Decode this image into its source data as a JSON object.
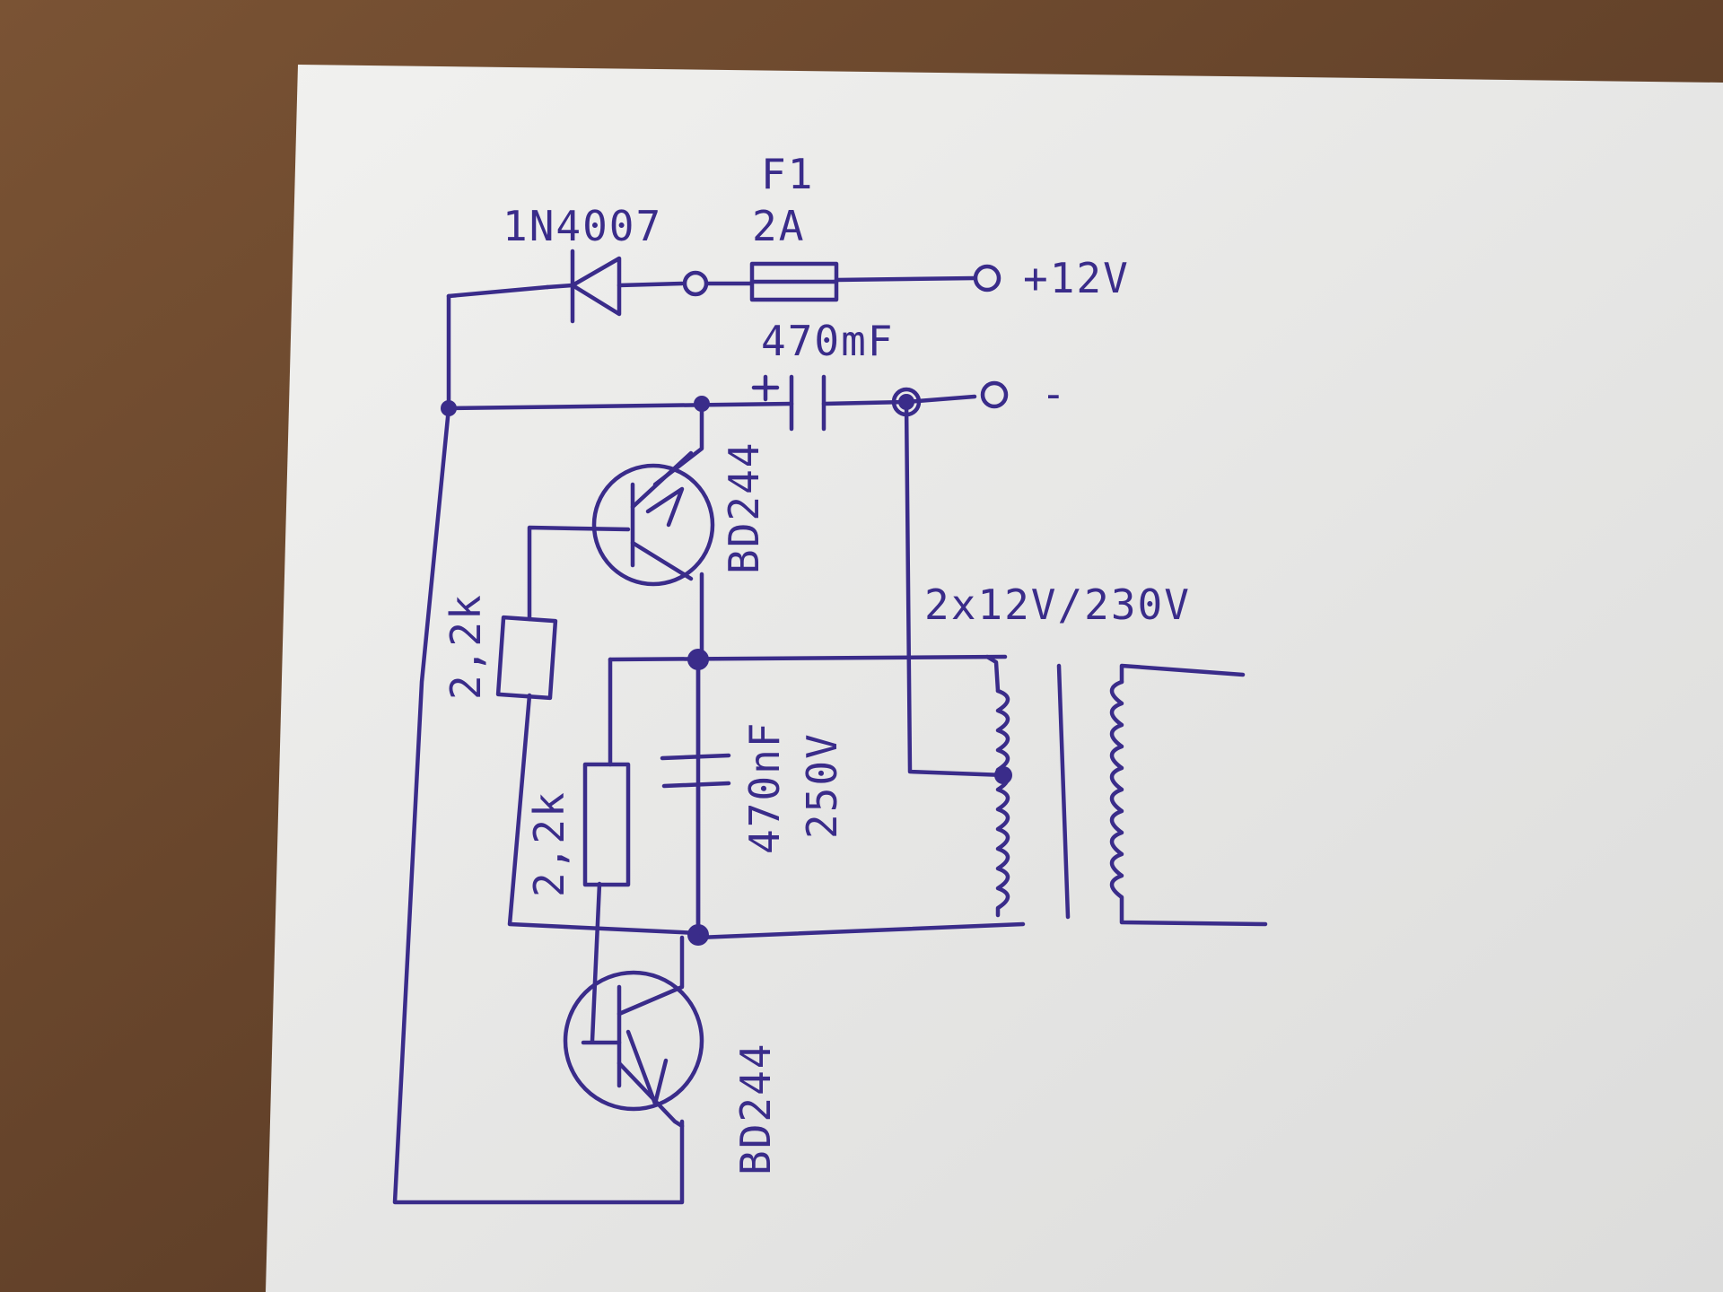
{
  "labels": {
    "diode": "1N4007",
    "fuse_ref": "F1",
    "fuse_rating": "2A",
    "plus_terminal": "+12V",
    "cap_top_value": "470mF",
    "cap_top_polarity": "+",
    "minus_terminal": "-",
    "transistor_top": "BD244",
    "transistor_bottom": "BD244",
    "resistor_1": "2,2k",
    "resistor_2": "2,2k",
    "cap_mid_value": "470nF",
    "cap_mid_voltage": "250V",
    "transformer": "2x12V/230V"
  },
  "colors": {
    "ink": "#3a2c8a",
    "paper": "#ededeb",
    "table": "#6e4a2e"
  }
}
